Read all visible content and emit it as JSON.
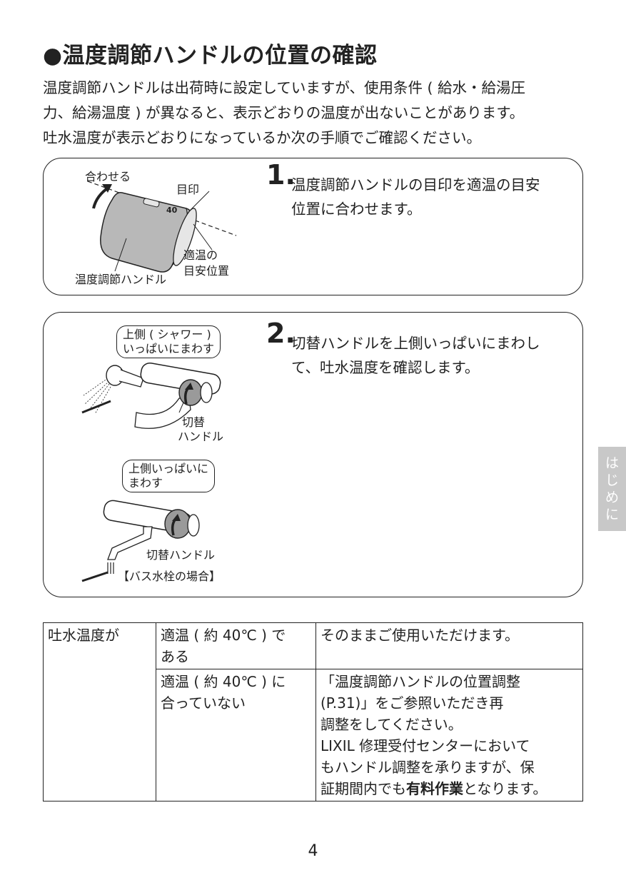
{
  "title": "●温度調節ハンドルの位置の確認",
  "intro": [
    "温度調節ハンドルは出荷時に設定していますが、使用条件 ( 給水・給湯圧",
    "力、給湯温度 ) が異なると、表示どおりの温度が出ないことがあります。",
    "吐水温度が表示どおりになっているか次の手順でご確認ください。"
  ],
  "step1": {
    "number": "1.",
    "lines": [
      "温度調節ハンドルの目印を適温の目安",
      "位置に合わせます。"
    ],
    "labels": {
      "awaseru": "合わせる",
      "mejirushi": "目印",
      "tekion1": "適温の",
      "tekion2": "目安位置",
      "handle": "温度調節ハンドル",
      "scale": "40"
    }
  },
  "step2": {
    "number": "2.",
    "lines": [
      "切替ハンドルを上側いっぱいにまわし",
      "て、吐水温度を確認します。"
    ],
    "bubble1": [
      "上側 ( シャワー )",
      "いっぱいにまわす"
    ],
    "label1": [
      "切替",
      "ハンドル"
    ],
    "bubble2": [
      "上側いっぱいに",
      "まわす"
    ],
    "label2": "切替ハンドル",
    "caption": "【バス水栓の場合】"
  },
  "table": {
    "col1": "吐水温度が",
    "row1": {
      "cond": [
        "適温 ( 約 40℃ ) で",
        "ある"
      ],
      "result": [
        "そのままご使用いただけます。"
      ]
    },
    "row2": {
      "cond": [
        "適温 ( 約 40℃ ) に",
        "合っていない"
      ],
      "result_lines": [
        "「温度調節ハンドルの位置調整",
        "(P.31)」をご参照いただき再",
        "調整をしてください。",
        "LIXIL 修理受付センターにおいて",
        "もハンドル調整を承りますが、保"
      ],
      "result_last_pre": "証期間内でも",
      "result_last_bold": "有料作業",
      "result_last_post": "となります。"
    }
  },
  "page_number": "4",
  "side_tab": [
    "は",
    "じ",
    "め",
    "に"
  ]
}
